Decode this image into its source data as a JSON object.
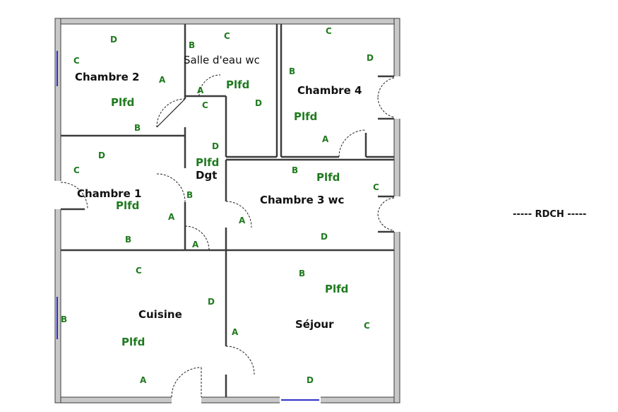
{
  "plan": {
    "level_label": "----- RDCH -----",
    "rooms": [
      {
        "name": "Chambre 2",
        "ceiling": "Plfd",
        "walls": [
          "A",
          "B",
          "C",
          "D"
        ]
      },
      {
        "name": "Salle d'eau wc",
        "ceiling": "Plfd",
        "walls": [
          "A",
          "B",
          "C",
          "D"
        ]
      },
      {
        "name": "Chambre 4",
        "ceiling": "Plfd",
        "walls": [
          "A",
          "B",
          "C",
          "D"
        ]
      },
      {
        "name": "Chambre 1",
        "ceiling": "Plfd",
        "walls": [
          "A",
          "B",
          "C",
          "D"
        ]
      },
      {
        "name": "Dgt",
        "ceiling": "Plfd",
        "walls": [
          "A",
          "B",
          "C",
          "D"
        ]
      },
      {
        "name": "Chambre 3 wc",
        "ceiling": "Plfd",
        "walls": [
          "A",
          "B",
          "C",
          "D"
        ]
      },
      {
        "name": "Cuisine",
        "ceiling": "Plfd",
        "walls": [
          "A",
          "B",
          "C",
          "D"
        ]
      },
      {
        "name": "Séjour",
        "ceiling": "Plfd",
        "walls": [
          "A",
          "B",
          "C",
          "D"
        ]
      }
    ]
  },
  "colors": {
    "wall_fill": "#c8c8c8",
    "wall_line": "#3c3c3c",
    "wall_letters": "#1f7a1f",
    "window": "#3030c8"
  }
}
